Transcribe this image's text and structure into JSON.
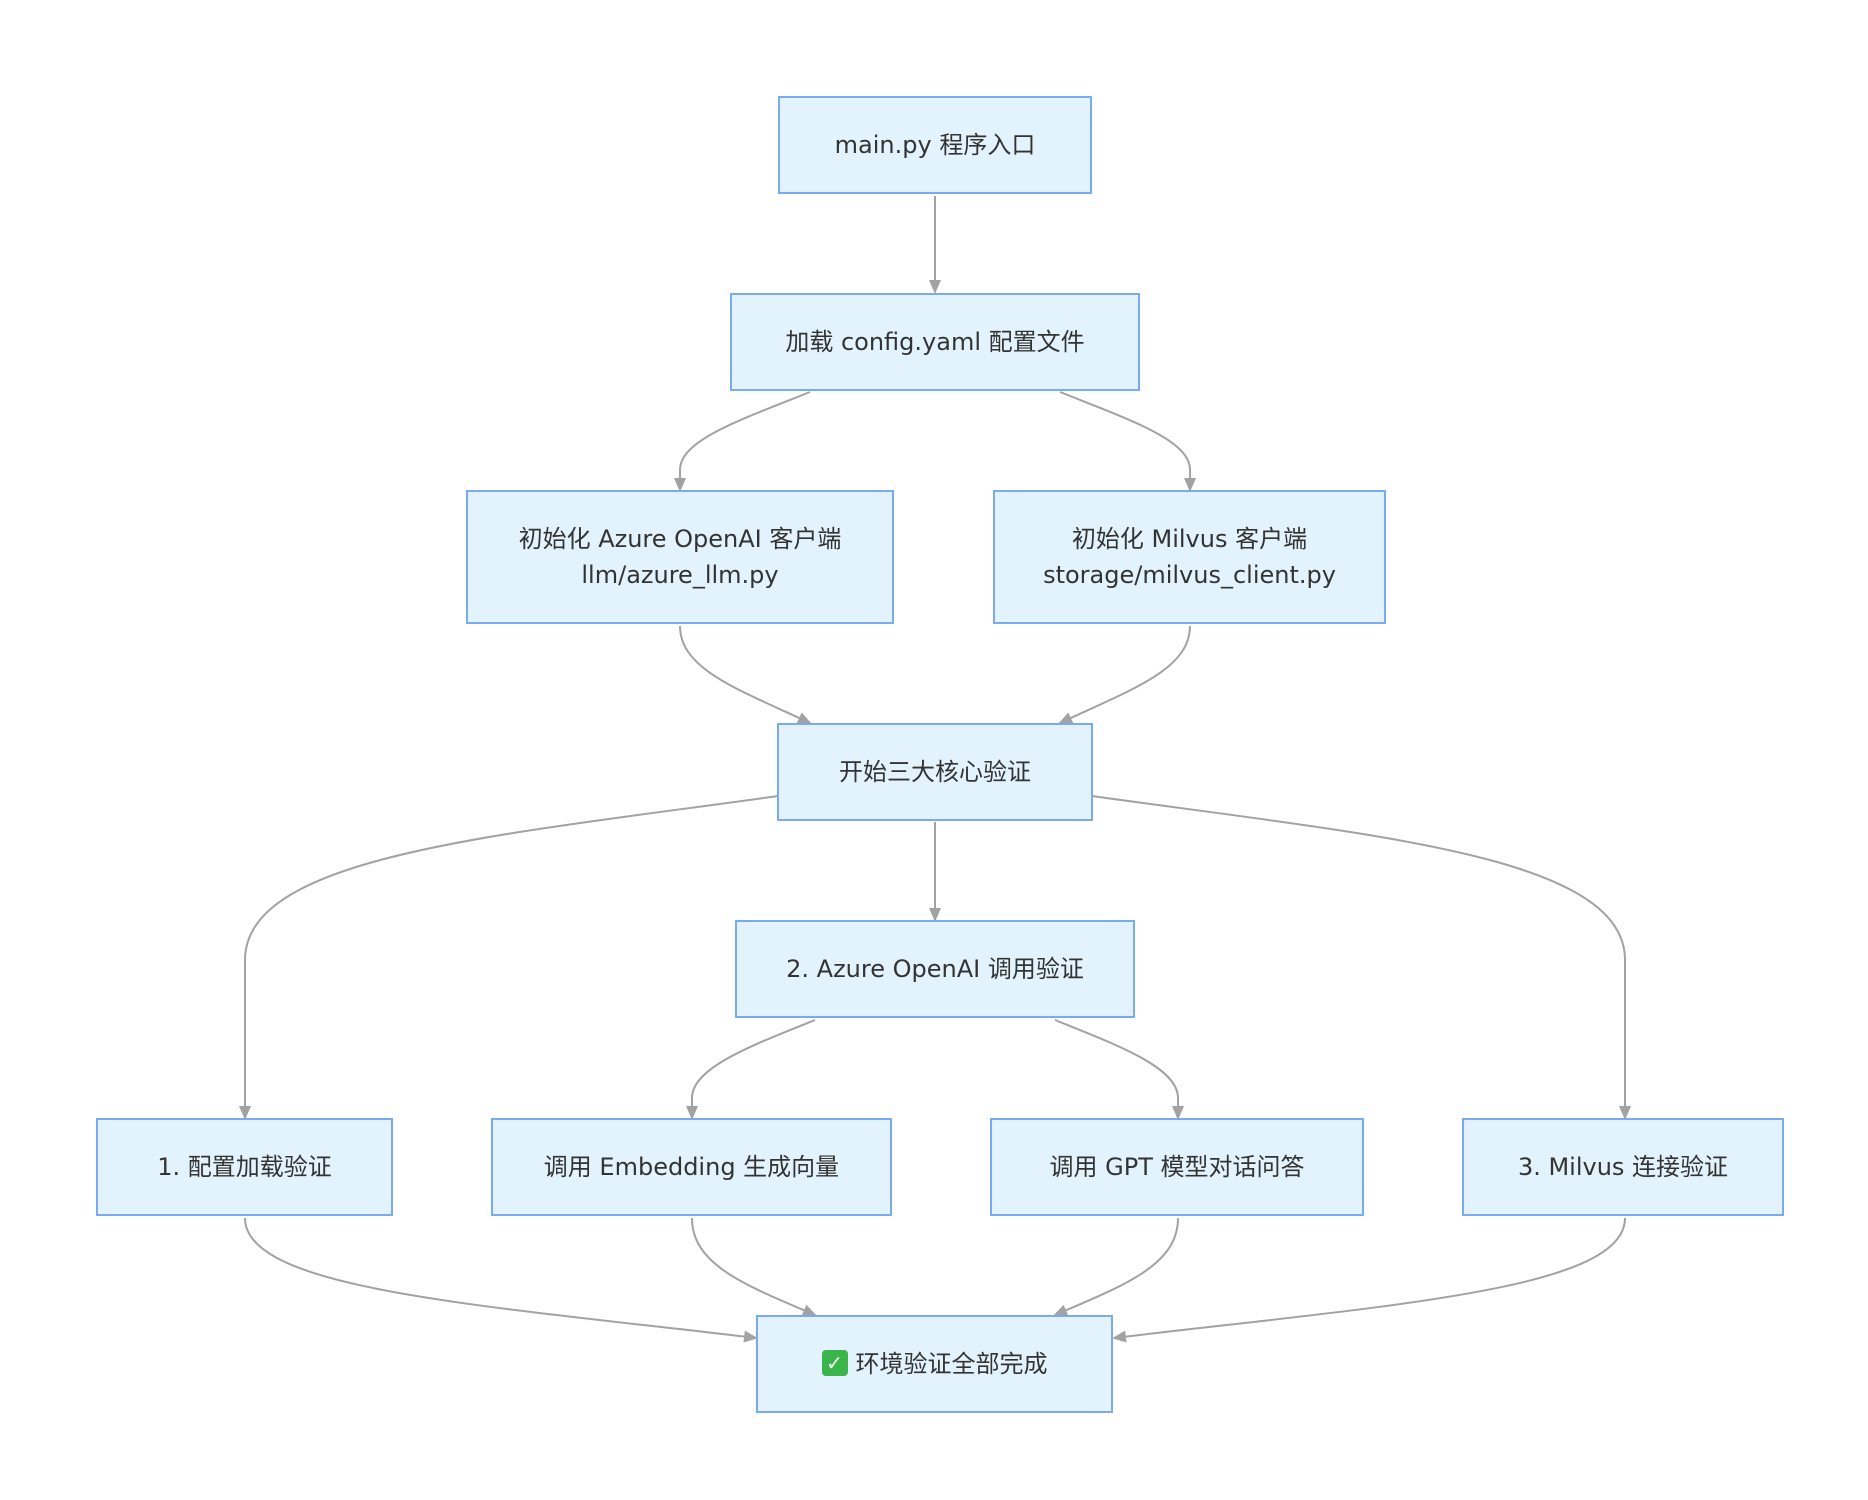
{
  "nodes": {
    "entry": {
      "lines": [
        "main.py 程序入口"
      ]
    },
    "config": {
      "lines": [
        "加载 config.yaml 配置文件"
      ]
    },
    "azure_init": {
      "lines": [
        "初始化 Azure OpenAI 客户端",
        "llm/azure_llm.py"
      ]
    },
    "milvus_init": {
      "lines": [
        "初始化 Milvus 客户端",
        "storage/milvus_client.py"
      ]
    },
    "start": {
      "lines": [
        "开始三大核心验证"
      ]
    },
    "azure_verify": {
      "lines": [
        "2. Azure OpenAI 调用验证"
      ]
    },
    "config_verify": {
      "lines": [
        "1. 配置加载验证"
      ]
    },
    "embedding": {
      "lines": [
        "调用 Embedding 生成向量"
      ]
    },
    "gpt": {
      "lines": [
        "调用 GPT 模型对话问答"
      ]
    },
    "milvus_verify": {
      "lines": [
        "3. Milvus 连接验证"
      ]
    },
    "done": {
      "icon": "check-mark-icon",
      "lines": [
        "环境验证全部完成"
      ]
    }
  },
  "colors": {
    "node_fill": "#e3f3fd",
    "node_border": "#7aabf0",
    "edge": "#a2a2a2",
    "text": "#333333",
    "check_icon": "#3bb54a"
  }
}
